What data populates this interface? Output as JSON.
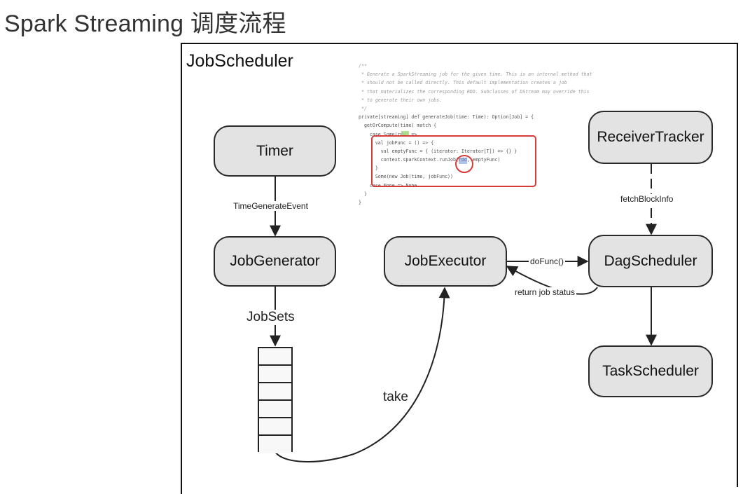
{
  "page": {
    "title": "Spark Streaming 调度流程"
  },
  "frame": {
    "label": "JobScheduler"
  },
  "nodes": {
    "timer": "Timer",
    "job_generator": "JobGenerator",
    "job_executor": "JobExecutor",
    "receiver_tracker": "ReceiverTracker",
    "dag_scheduler": "DagScheduler",
    "task_scheduler": "TaskScheduler"
  },
  "edges": {
    "timer_to_generator": "TimeGenerateEvent",
    "generator_to_queue": "JobSets",
    "queue_to_executor": "take",
    "executor_to_dag": "doFunc()",
    "dag_to_executor": "return job status",
    "receiver_to_dag": "fetchBlockInfo"
  },
  "code_snippet": {
    "lines": [
      "/**",
      " * Generate a SparkStreaming job for the given time. This is an internal method that",
      " * should not be called directly. This default implementation creates a job",
      " * that materializes the corresponding RDD. Subclasses of DStream may override this",
      " * to generate their own jobs.",
      " */",
      "private[streaming] def generateJob(time: Time): Option[Job] = {",
      "  getOrCompute(time) match {",
      "    case Some(rdd) =>",
      "      val jobFunc = () => {",
      "        val emptyFunc = { (iterator: Iterator[T]) => {} }",
      "        context.sparkContext.runJob(rdd, emptyFunc)",
      "      }",
      "      Some(new Job(time, jobFunc))",
      "    case None => None",
      "  }",
      "}"
    ]
  },
  "colors": {
    "node_fill": "#e3e3e3",
    "highlight": "#d83a3a"
  }
}
